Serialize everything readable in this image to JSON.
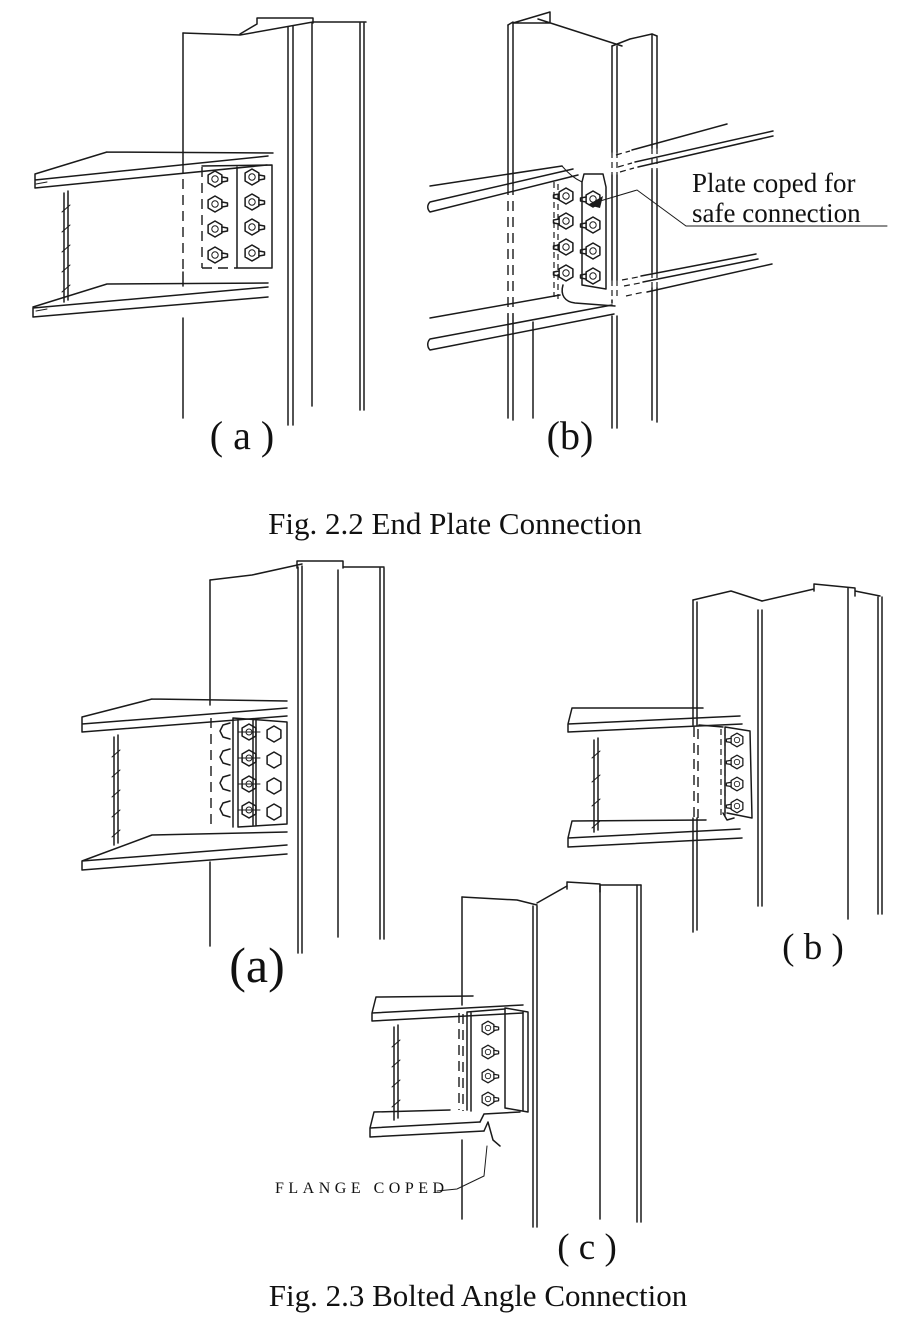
{
  "page": {
    "background": "#ffffff",
    "line_color": "#1a1a1a"
  },
  "fig_2_2": {
    "caption": "Fig. 2.2 End Plate Connection",
    "subfigures": [
      {
        "label": "( a )"
      },
      {
        "label": "(b)"
      }
    ],
    "annotation": {
      "line1": "Plate coped for",
      "line2": "safe connection"
    }
  },
  "fig_2_3": {
    "caption": "Fig. 2.3 Bolted Angle Connection",
    "subfigures": [
      {
        "label": "(a)"
      },
      {
        "label": "( b )"
      },
      {
        "label": "( c )"
      }
    ],
    "annotation": {
      "label": "FLANGE COPED"
    }
  }
}
